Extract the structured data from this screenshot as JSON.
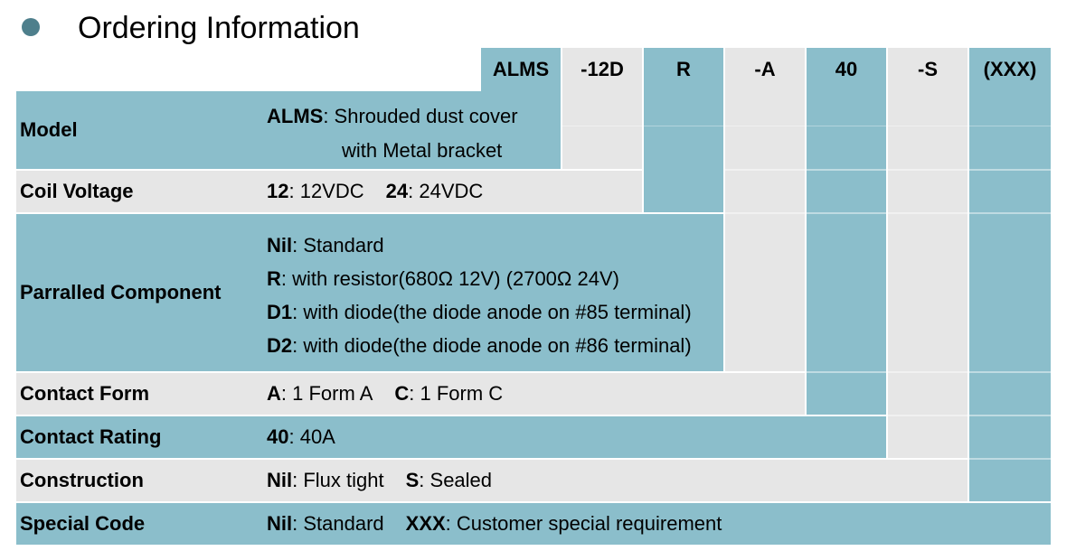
{
  "title": "Ordering Information",
  "header_codes": [
    "ALMS",
    "-12D",
    "R",
    "-A",
    "40",
    "-S",
    "(XXX)"
  ],
  "colors": {
    "blue": "#8bbecb",
    "gray": "#e6e6e6",
    "bullet": "#4e7f8c"
  },
  "rows": {
    "model": {
      "label": "Model",
      "code": "ALMS",
      "text1": ": Shrouded dust cover",
      "text2": "with Metal bracket"
    },
    "coil": {
      "label": "Coil Voltage",
      "c1": "12",
      "t1": ": 12VDC",
      "c2": "24",
      "t2": ": 24VDC"
    },
    "parallel": {
      "label": "Parralled Component",
      "lines": [
        {
          "code": "Nil",
          "text": ": Standard"
        },
        {
          "code": "R",
          "text": ": with resistor(680Ω 12V) (2700Ω 24V)"
        },
        {
          "code": "D1",
          "text": ": with diode(the diode anode on #85 terminal)"
        },
        {
          "code": "D2",
          "text": ": with diode(the diode anode on #86 terminal)"
        }
      ]
    },
    "contact_form": {
      "label": "Contact Form",
      "c1": "A",
      "t1": ": 1 Form A",
      "c2": "C",
      "t2": ": 1 Form C"
    },
    "contact_rating": {
      "label": "Contact Rating",
      "c1": "40",
      "t1": ": 40A"
    },
    "construction": {
      "label": "Construction",
      "c1": "Nil",
      "t1": ": Flux tight",
      "c2": "S",
      "t2": ": Sealed"
    },
    "special": {
      "label": "Special Code",
      "c1": "Nil",
      "t1": ": Standard",
      "c2": "XXX",
      "t2": ": Customer special requirement"
    }
  }
}
